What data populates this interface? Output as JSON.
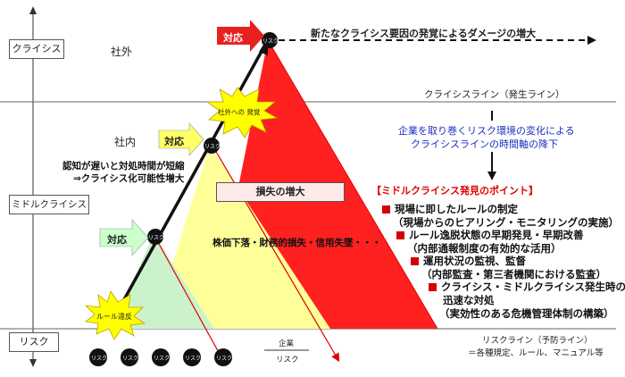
{
  "levels": {
    "crisis": "クライシス",
    "middle": "ミドルクライシス",
    "risk": "リスク"
  },
  "zones": {
    "outside": "社外",
    "inside": "社内"
  },
  "lines": {
    "crisis_line": "クライシスライン（発生ライン）",
    "risk_line": "リスクライン（予防ライン）",
    "risk_line_note": "＝各種規定、ルール、マニュアル等"
  },
  "arrows": {
    "taiou": "対応"
  },
  "labels": {
    "risk_node": "リスク",
    "rule_violation": "ルール違反",
    "external_occurrence": "社外への 発覚",
    "new_crisis": "新たなクライシス要因の発覚によるダメージの増大",
    "late_recognition_1": "認知が遅いと対処時間が短縮",
    "late_recognition_2": "⇒クライシス化可能性増大",
    "loss_increase": "損失の増大",
    "stock_drop": "株価下落・財務的損失・信用失墜・・・",
    "axis_company": "企業",
    "axis_risk": "リスク"
  },
  "environment": {
    "line1": "企業を取り巻くリスク環境の変化による",
    "line2": "クライシスラインの時間軸の降下"
  },
  "points": {
    "heading": "【ミドルクライシス発見のポイント】",
    "items": [
      {
        "main": "現場に即したルールの制定",
        "sub": "（現場からのヒアリング・モニタリングの実施）"
      },
      {
        "main": "ルール逸脱状態の早期発見・早期改善",
        "sub": "（内部通報制度の有効的な活用）"
      },
      {
        "main": "運用状況の監視、監督",
        "sub": "（内部監査・第三者機関における監査）"
      },
      {
        "main": "クライシス・ミドルクライシス発生時の",
        "sub": "迅速な対処",
        "sub2": "（実効性のある危機管理体制の構築）"
      }
    ]
  },
  "colors": {
    "red_zone": "#ff2020",
    "yellow_zone": "#ffff99",
    "green_zone": "#ccf2cc",
    "accent_red": "#e00000",
    "blue_text": "#1a2fc0"
  }
}
